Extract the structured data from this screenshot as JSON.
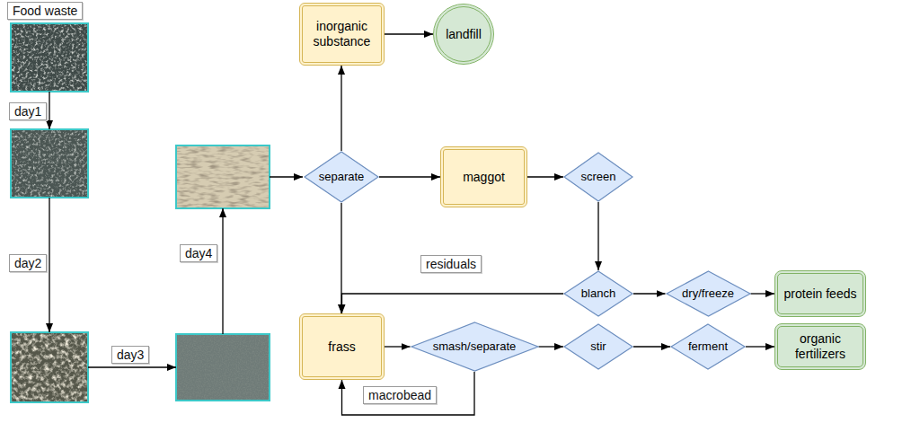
{
  "diagram": {
    "nodes": [
      {
        "text": [
          "inorganic substance"
        ]
      },
      {
        "text": [
          "landfill"
        ]
      },
      {
        "text": [
          "separate"
        ]
      },
      {
        "text": [
          "maggot"
        ]
      },
      {
        "text": [
          "screen"
        ]
      },
      {
        "text": [
          "blanch"
        ]
      },
      {
        "text": [
          "dry/freeze"
        ]
      },
      {
        "text": [
          "protein feeds"
        ]
      },
      {
        "text": [
          "frass"
        ]
      },
      {
        "text": [
          "smash/separate"
        ]
      },
      {
        "text": [
          "stir"
        ]
      },
      {
        "text": [
          "ferment"
        ]
      },
      {
        "text": [
          "organic fertilizers"
        ]
      }
    ],
    "edges": [
      {
        "from": 2,
        "to": 0,
        "arrow": "to"
      },
      {
        "from": 0,
        "to": 1,
        "arrow": "to"
      },
      {
        "from": 2,
        "to": 3,
        "arrow": "to"
      },
      {
        "from": 3,
        "to": 4,
        "arrow": "to"
      },
      {
        "from": 4,
        "to": 5,
        "arrow": "to"
      },
      {
        "from": 5,
        "to": 6,
        "arrow": "to"
      },
      {
        "from": 6,
        "to": 7,
        "arrow": "to"
      },
      {
        "from": 5,
        "to": 8,
        "label": "residuals",
        "arrow": "to"
      },
      {
        "from": 2,
        "to": 8,
        "arrow": "to"
      },
      {
        "from": 8,
        "to": 9,
        "arrow": "to"
      },
      {
        "from": 9,
        "to": 10,
        "arrow": "to"
      },
      {
        "from": 10,
        "to": 11,
        "arrow": "to"
      },
      {
        "from": 11,
        "to": 12,
        "arrow": "to"
      },
      {
        "from": 9,
        "to": 8,
        "label": "macrobead",
        "arrow": "to"
      }
    ],
    "labels": [
      "Food waste",
      "day1",
      "day2",
      "day3",
      "day4"
    ]
  }
}
